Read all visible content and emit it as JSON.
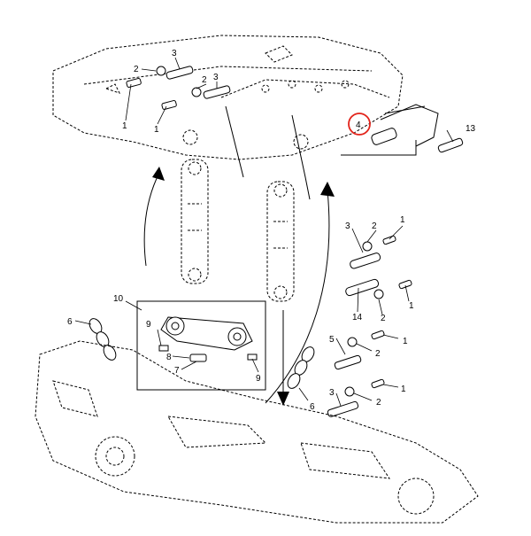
{
  "diagram": {
    "callouts": {
      "c1a": "1",
      "c1b": "1",
      "c1c": "1",
      "c1d": "1",
      "c1e": "1",
      "c1f": "1",
      "c2a": "2",
      "c2b": "2",
      "c2c": "2",
      "c2d": "2",
      "c2e": "2",
      "c3a": "3",
      "c3b": "3",
      "c3c": "3",
      "c3d": "3",
      "c4": "4",
      "c5": "5",
      "c6a": "6",
      "c6b": "6",
      "c7": "7",
      "c8": "8",
      "c9a": "9",
      "c9b": "9",
      "c10": "10",
      "c13": "13",
      "c14": "14"
    },
    "highlight_color": "#e2231a",
    "line_color": "#000000"
  }
}
